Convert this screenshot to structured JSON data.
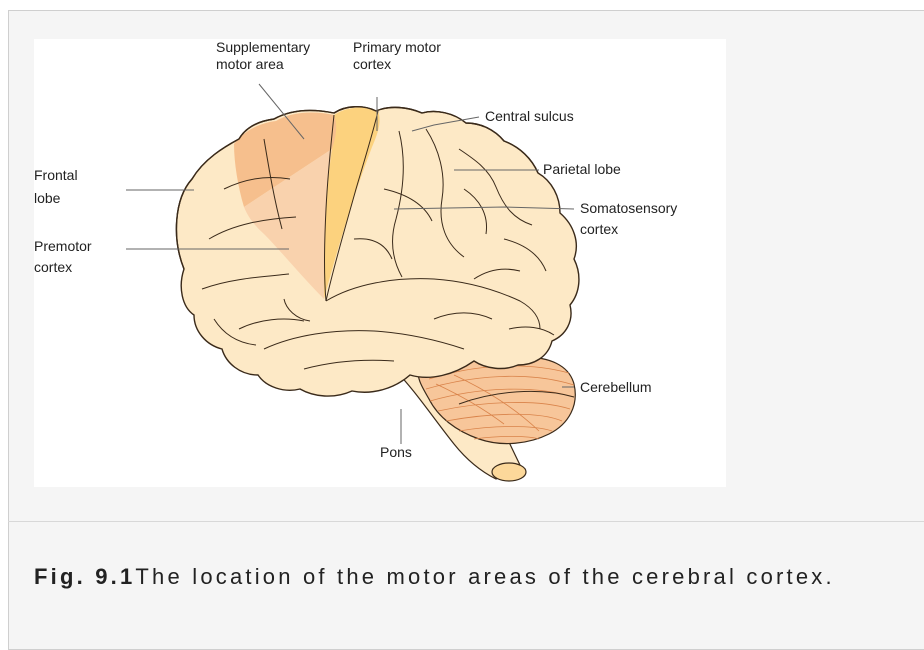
{
  "figure": {
    "labels": {
      "supplementary_motor_area": [
        "Supplementary",
        "motor area"
      ],
      "primary_motor_cortex": [
        "Primary motor",
        "cortex"
      ],
      "central_sulcus": "Central sulcus",
      "frontal_lobe": [
        "Frontal",
        "lobe"
      ],
      "parietal_lobe": "Parietal lobe",
      "somatosensory_cortex": [
        "Somatosensory",
        "cortex"
      ],
      "premotor_cortex": [
        "Premotor",
        "cortex"
      ],
      "cerebellum": "Cerebellum",
      "pons": "Pons"
    },
    "colors": {
      "brain": "#fde9c6",
      "outline": "#3a2a1a",
      "supplementary": "#f6bf8d",
      "premotor": "#f9d2ad",
      "primary_motor": "#fcd27e",
      "cerebellum": "#f7c69a",
      "background_panel": "#f5f5f5"
    }
  },
  "caption": {
    "label": "Fig. 9.1",
    "text": "The location of the motor areas of the cerebral cortex."
  }
}
